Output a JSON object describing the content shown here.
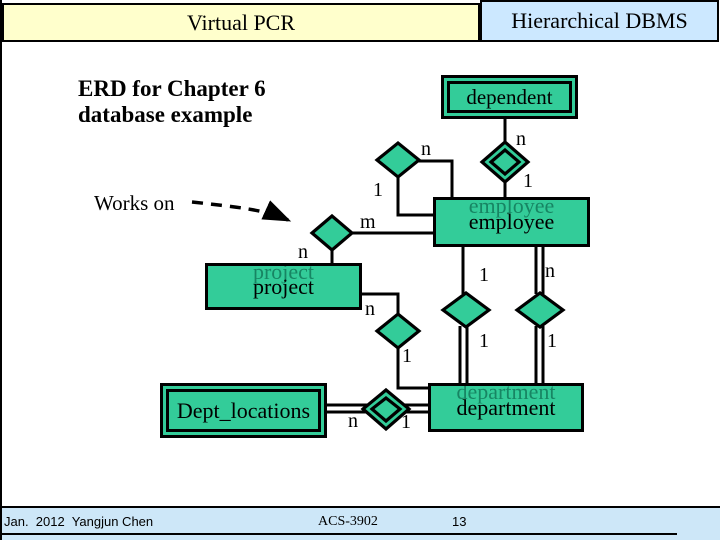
{
  "header": {
    "left_title": "Virtual PCR",
    "right_title": "Hierarchical DBMS"
  },
  "title": {
    "line1": "ERD for Chapter 6",
    "line2": "database example"
  },
  "diagram": {
    "entities": {
      "dependent": "dependent",
      "employee": "employee",
      "project": "project",
      "department": "department",
      "dept_locations": "Dept_locations"
    },
    "works_on_annotation": "Works on",
    "cardinalities": {
      "supervision_n": "n",
      "supervision_1": "1",
      "works_on_m": "m",
      "works_on_n": "n",
      "dependents_n": "n",
      "dependents_1": "1",
      "controls_n": "n",
      "controls_1": "1",
      "manages_1_top": "1",
      "manages_1_bottom": "1",
      "works_for_n": "n",
      "works_for_1": "1",
      "dept_locations_n": "n",
      "dept_locations_1": "1"
    }
  },
  "footer": {
    "date_author": "Jan.  2012  Yangjun Chen",
    "course": "ACS-3902",
    "page": "13"
  },
  "colors": {
    "entity_fill": "#33cc99",
    "header_left_bg": "#ffffcc",
    "header_right_bg": "#cce8ff",
    "footer_bg": "#cde7f8",
    "line": "#000000"
  }
}
